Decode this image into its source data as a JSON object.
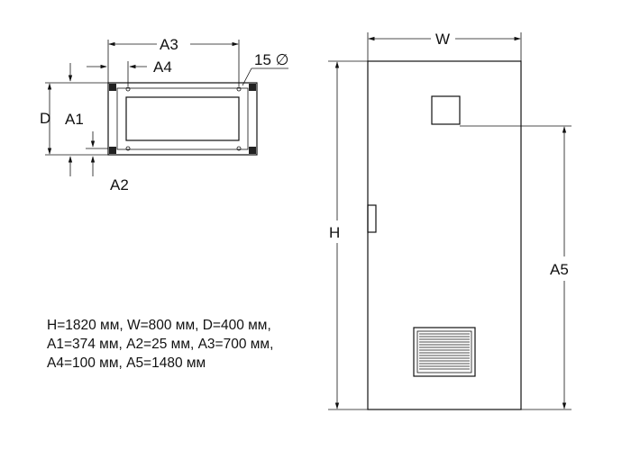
{
  "labels": {
    "a3": "A3",
    "a4": "A4",
    "hole": "15 ∅",
    "d": "D",
    "a1": "A1",
    "a2": "A2",
    "w": "W",
    "h": "H",
    "a5": "A5"
  },
  "specs": [
    "H=1820 мм, W=800 мм, D=400 мм,",
    "A1=374 мм, A2=25 мм, A3=700 мм,",
    "A4=100 мм, A5=1480 мм"
  ]
}
